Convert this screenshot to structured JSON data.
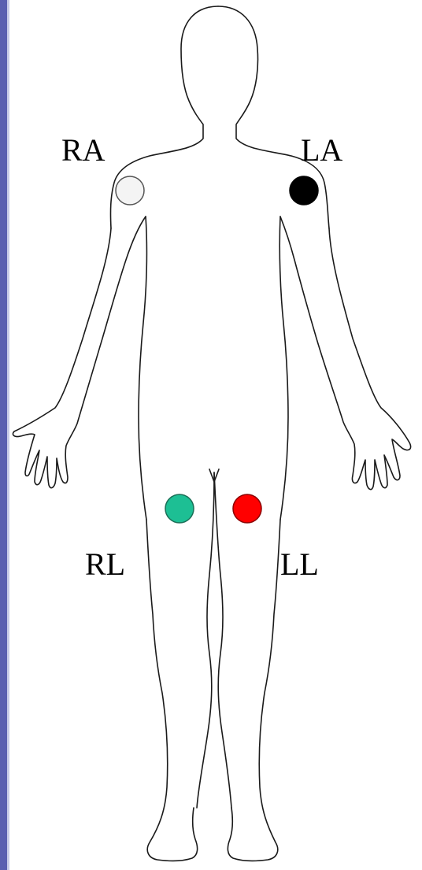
{
  "leads": [
    {
      "label": "RA",
      "color": "#f4f4f4",
      "meaning": "right-arm"
    },
    {
      "label": "LA",
      "color": "#000000",
      "meaning": "left-arm"
    },
    {
      "label": "RL",
      "color": "#1dbf94",
      "meaning": "right-leg"
    },
    {
      "label": "LL",
      "color": "#ff0000",
      "meaning": "left-leg"
    }
  ],
  "colors": {
    "outline": "#1a1a1a",
    "border": "#5b5fb0"
  }
}
